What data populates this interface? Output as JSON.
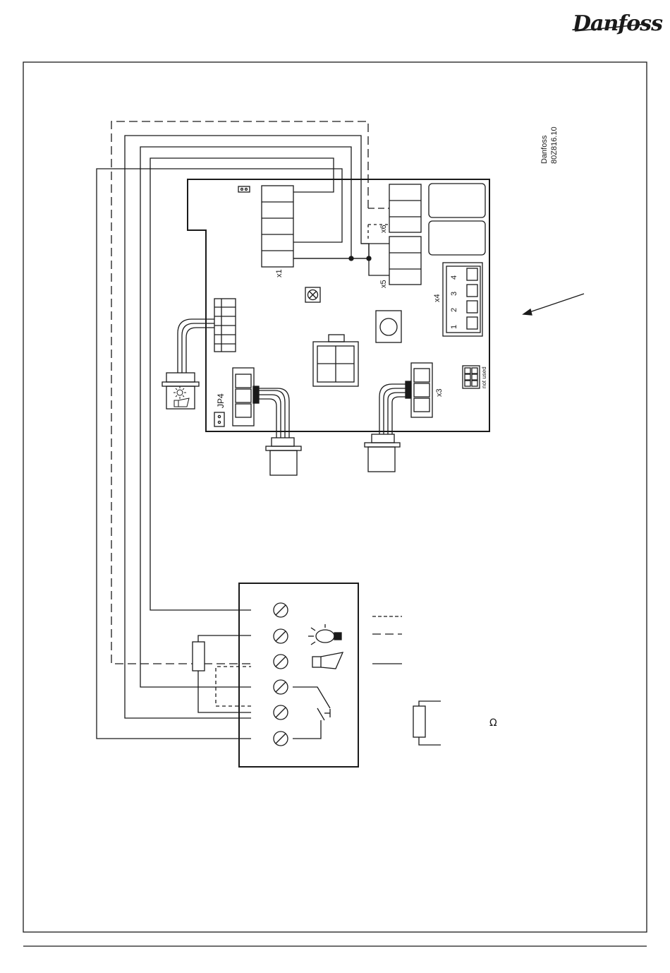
{
  "header": {
    "logo_text": "Danfoss"
  },
  "doc_label": {
    "company": "Danfoss",
    "code": "80Z816.10"
  },
  "board": {
    "connectors": {
      "x1": "x1",
      "x3": "x3",
      "x4": "x4",
      "x5": "x5",
      "x6": "x6"
    },
    "jumper": "JP4",
    "x4_pins": [
      "1",
      "2",
      "3",
      "4"
    ],
    "unused_note": "not used"
  },
  "legend": {
    "ohm_symbol": "Ω"
  },
  "colors": {
    "line": "#1a1a1a",
    "background": "#ffffff"
  },
  "icons": [
    "danfoss-logo",
    "lamp-icon",
    "horn-icon",
    "switch-symbol",
    "resistor-symbol",
    "lamp-socket-icon"
  ]
}
